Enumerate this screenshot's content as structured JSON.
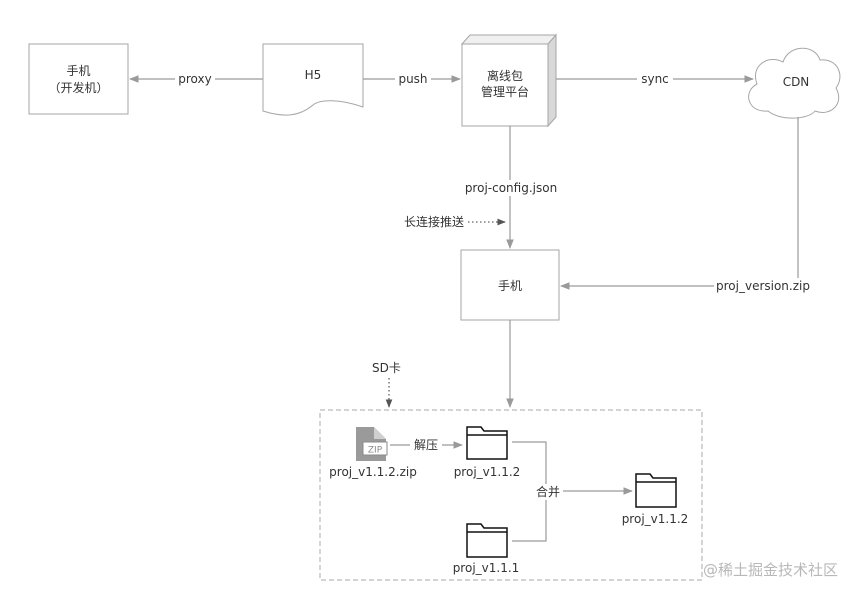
{
  "nodes": {
    "phone_top": [
      "手机",
      "（开发机）"
    ],
    "h5": "H5",
    "platform": [
      "离线包",
      "管理平台"
    ],
    "cdn": "CDN",
    "phone_mid": "手机",
    "zip_badge": "ZIP"
  },
  "edges": {
    "proxy": "proxy",
    "push": "push",
    "sync": "sync",
    "proj_config": "proj-config.json",
    "long_conn": "长连接推送",
    "proj_version": "proj_version.zip",
    "sd_card": "SD卡",
    "unzip": "解压",
    "merge": "合并"
  },
  "files": {
    "zip": "proj_v1.1.2.zip",
    "folder_new": "proj_v1.1.2",
    "folder_old": "proj_v1.1.1",
    "folder_merged": "proj_v1.1.2"
  },
  "watermark": "@稀土掘金技术社区",
  "colors": {
    "line": "#9a9a9a",
    "box_border": "#a6a6a6",
    "text": "#333333",
    "dashed": "#aaaaaa",
    "dotted": "#666666"
  }
}
